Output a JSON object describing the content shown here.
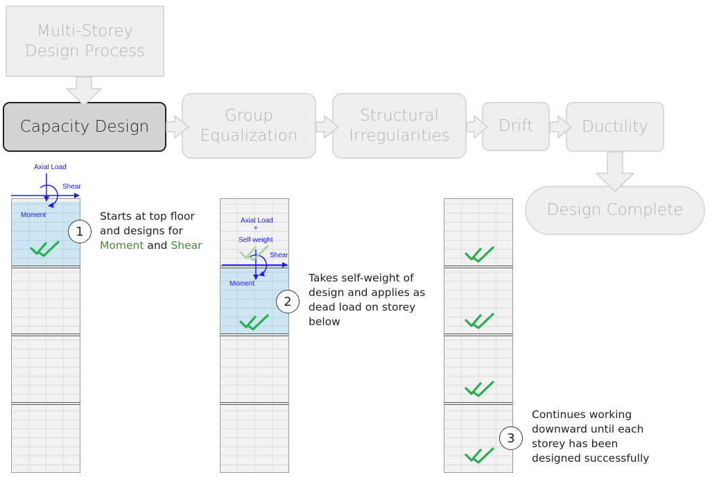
{
  "flow": {
    "start": [
      "Multi-Storey",
      "Design Process"
    ],
    "capacity": "Capacity Design",
    "group": [
      "Group",
      "Equalization"
    ],
    "structural": [
      "Structural",
      "Irregularities"
    ],
    "drift": "Drift",
    "ductility": "Ductility",
    "complete": "Design Complete"
  },
  "colors": {
    "active_fill": "#d3d3d3",
    "inactive_fill": "#efefef",
    "check_green": "#22b14c",
    "load_blue": "#1a1aff",
    "designed_storey": "#cde6f2"
  },
  "loads": {
    "axial": "Axial Load",
    "shear": "Shear",
    "moment": "Moment",
    "axial2": "Axial Load",
    "plus": "+",
    "selfweight": "Self-weight",
    "shear2": "Shear",
    "moment2": "Moment"
  },
  "steps": [
    {
      "num": "1",
      "lines": [
        "Starts at top floor",
        "and designs for"
      ],
      "moment_word": "Moment",
      "and_word": "and",
      "shear_word": "Shear"
    },
    {
      "num": "2",
      "lines": [
        "Takes self-weight of",
        "design and applies as",
        "dead load on storey",
        "below"
      ]
    },
    {
      "num": "3",
      "lines": [
        "Continues working",
        "downward until each",
        "storey has been",
        "designed successfully"
      ]
    }
  ]
}
